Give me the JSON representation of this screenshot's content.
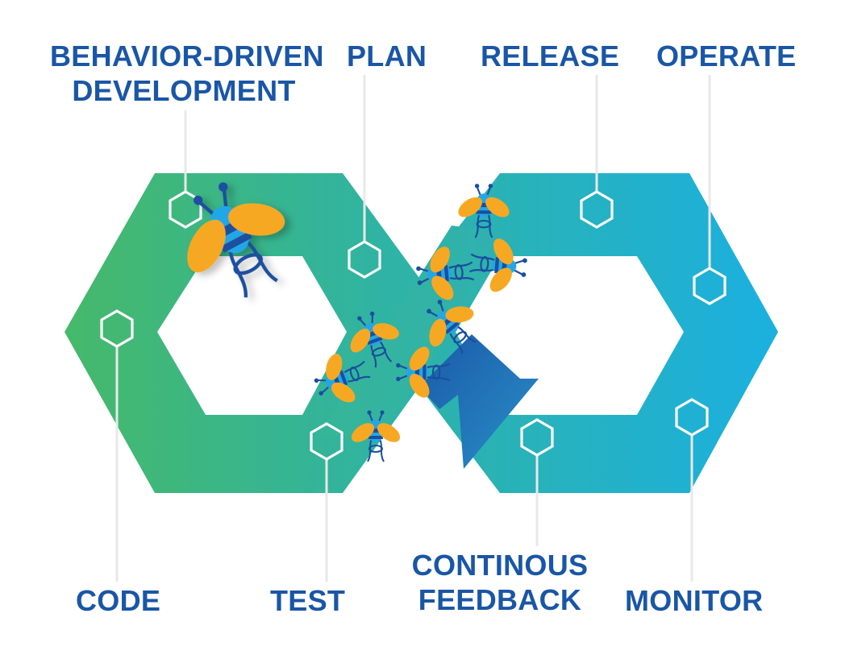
{
  "colors": {
    "label": "#1a56a6",
    "green": "#46b96a",
    "teal": "#2fb3a4",
    "blue": "#1bb0e0",
    "bee_wing": "#f7a823",
    "bee_stripe_dark": "#1a4f9f",
    "bee_stripe_light": "#22a7e6",
    "marker": "#ffffff"
  },
  "labels": {
    "bdd_line1": "BEHAVIOR-DRIVEN",
    "bdd_line2": "DEVELOPMENT",
    "plan": "PLAN",
    "release": "RELEASE",
    "operate": "OPERATE",
    "code": "CODE",
    "test": "TEST",
    "feedback_line1": "CONTINOUS",
    "feedback_line2": "FEEDBACK",
    "monitor": "MONITOR"
  },
  "icons": {
    "stage_marker": "hexagon-outline-icon",
    "mascot": "bee-icon",
    "flow": "feedback-arrow-icon"
  }
}
